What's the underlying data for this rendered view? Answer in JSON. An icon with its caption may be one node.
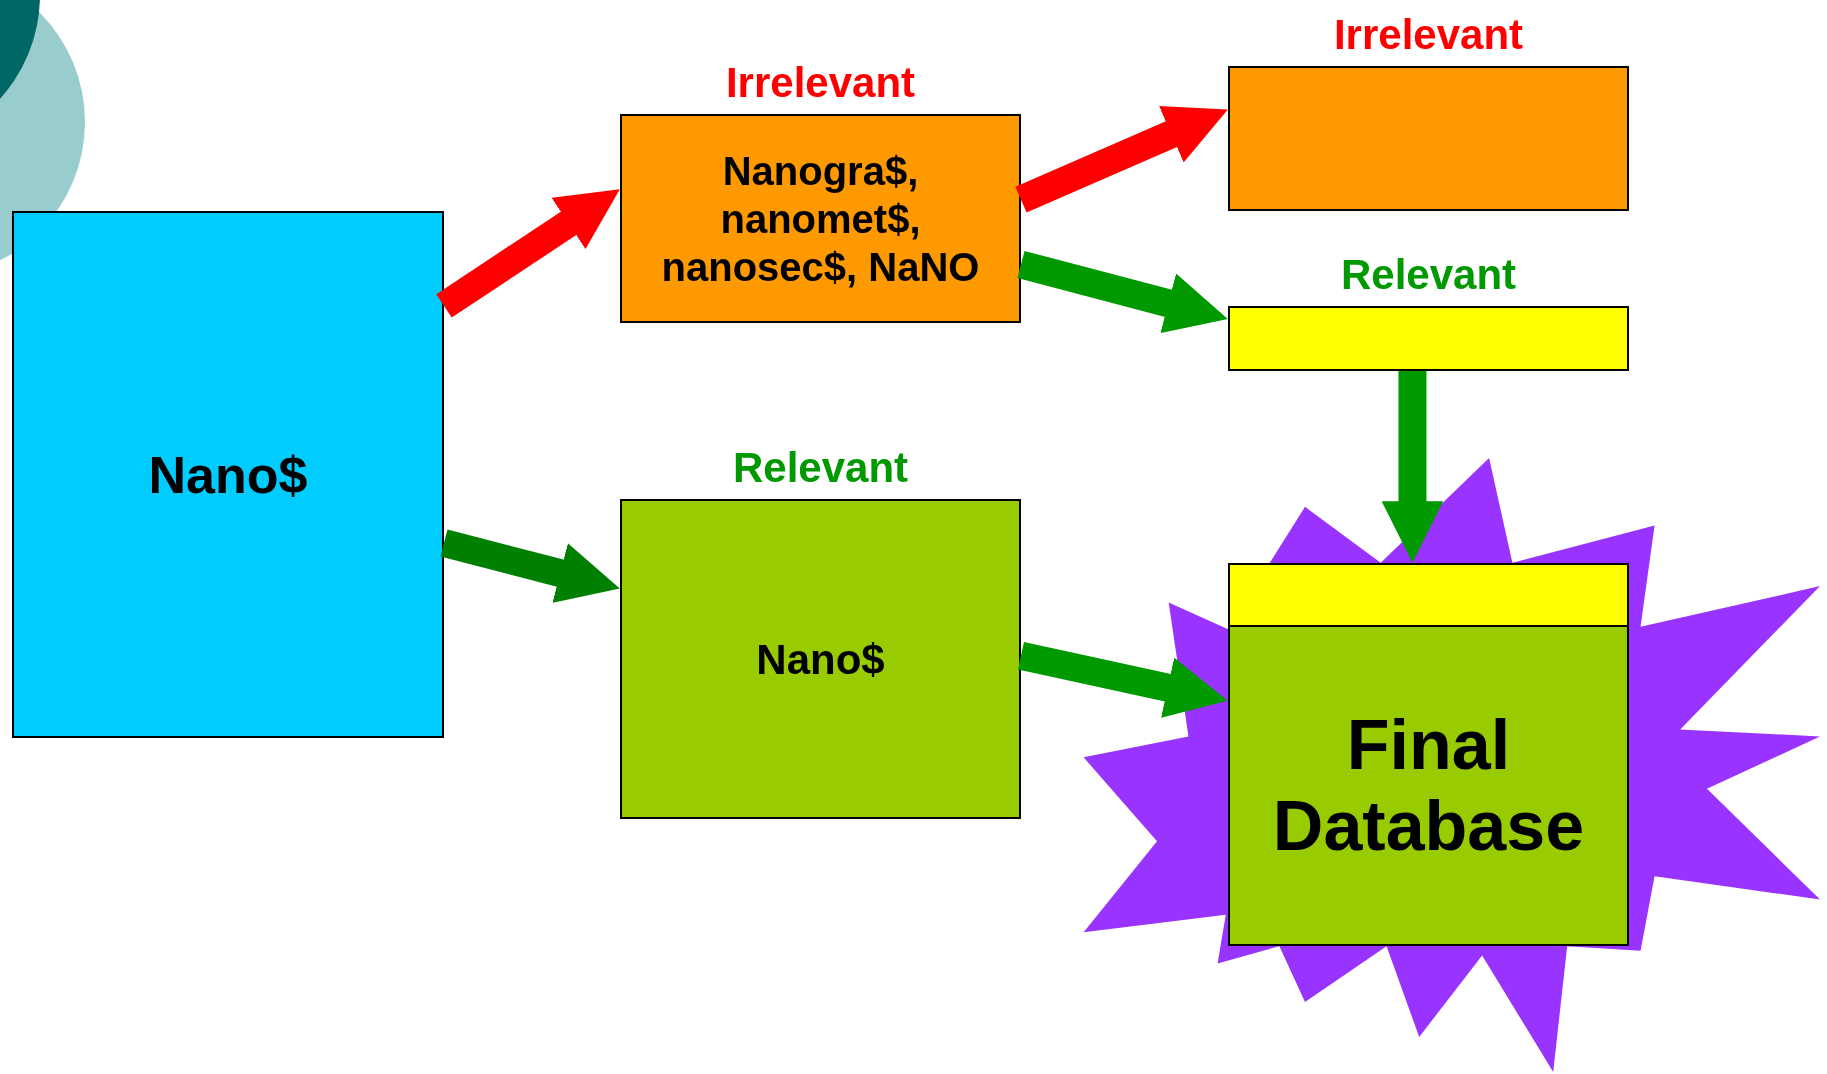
{
  "diagram": {
    "nodes": [
      {
        "text": [
          "Nano$"
        ]
      },
      {
        "text": [
          "Irrelevant",
          "Nanogra$, nanomet$, nanosec$, NaNO"
        ]
      },
      {
        "text": [
          "Relevant",
          "Nano$"
        ]
      },
      {
        "text": [
          "Irrelevant"
        ]
      },
      {
        "text": [
          "Relevant"
        ]
      },
      {
        "text": [
          "Final Database"
        ]
      }
    ],
    "edges": [
      {
        "from": 0,
        "to": 1,
        "arrow": "to",
        "color": "#ff0000"
      },
      {
        "from": 0,
        "to": 2,
        "arrow": "to",
        "color": "#008000"
      },
      {
        "from": 1,
        "to": 3,
        "arrow": "to",
        "color": "#ff0000"
      },
      {
        "from": 1,
        "to": 4,
        "arrow": "to"
      },
      {
        "from": 4,
        "to": 5,
        "arrow": "to"
      },
      {
        "from": 2,
        "to": 5,
        "arrow": "to"
      }
    ]
  }
}
